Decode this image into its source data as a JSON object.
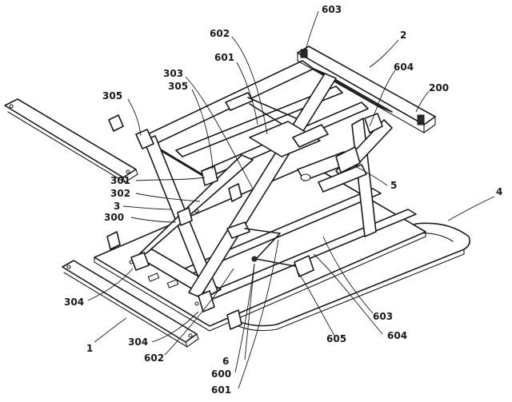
{
  "labels": {
    "l603_top": "603",
    "l2": "2",
    "l602_top": "602",
    "l604_top": "604",
    "l601_top": "601",
    "l200": "200",
    "l303": "303",
    "l305_a": "305",
    "l305_b": "305",
    "l5": "5",
    "l301": "301",
    "l302": "302",
    "l3": "3",
    "l4": "4",
    "l300": "300",
    "l304_a": "304",
    "l603_bot": "603",
    "l1": "1",
    "l304_b": "304",
    "l605": "605",
    "l604_bot": "604",
    "l602_bot": "602",
    "l6": "6",
    "l600": "600",
    "l601_bot": "601"
  }
}
